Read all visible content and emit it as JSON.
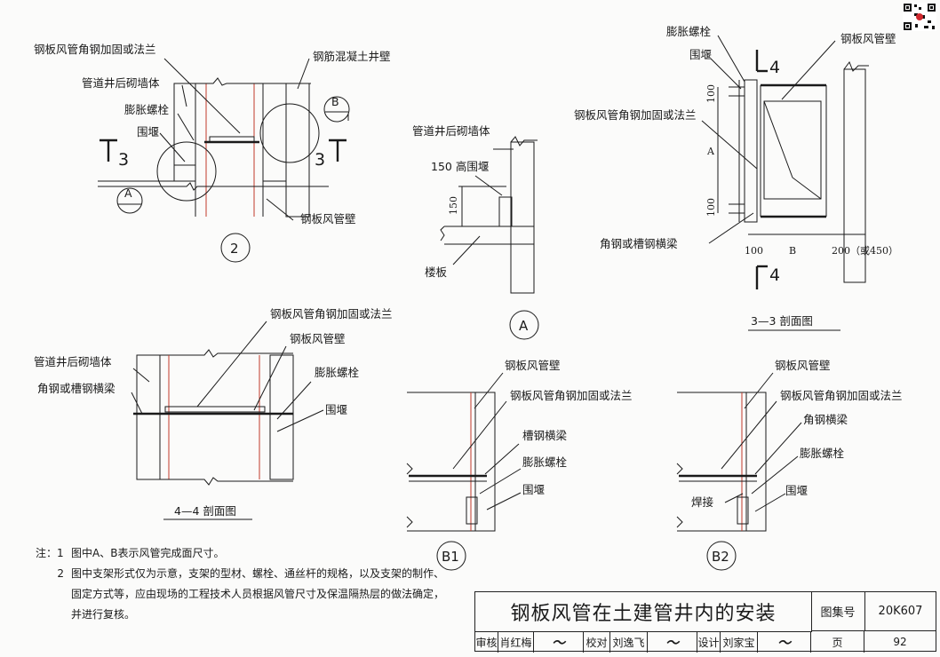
{
  "labels": {
    "duct_wall": "钢板风管壁",
    "flange": "钢板风管角钢加固或法兰",
    "concrete_wall": "钢筋混凝土井壁",
    "back_wall": "管道井后砌墙体",
    "expansion_bolt": "膨胀螺栓",
    "weir": "围堰",
    "angle_channel_beam": "角钢或槽钢横梁",
    "channel_beam": "槽钢横梁",
    "angle_beam": "角钢横梁",
    "weld": "焊接",
    "high_weir": "150 高围堰",
    "floor_slab": "楼板",
    "dim_150": "150",
    "dim_100": "100",
    "dim_A": "A",
    "dim_B": "B",
    "dim_200": "200（或450）",
    "sec_3": "3",
    "sec_4": "4",
    "det_A": "A",
    "det_B": "B",
    "callout_2": "2",
    "callout_A": "A",
    "callout_B1": "B1",
    "callout_B2": "B2",
    "section_33": "3—3  剖面图",
    "section_44": "4—4  剖面图"
  },
  "notes": {
    "prefix": "注：",
    "n1_num": "1",
    "n1": "图中A、B表示风管完成面尺寸。",
    "n2_num": "2",
    "n2": "图中支架形式仅为示意，支架的型材、螺栓、通丝杆的规格，以及支架的制作、固定方式等，应由现场的工程技术人员根据风管尺寸及保温隔热层的做法确定，并进行复核。"
  },
  "title_block": {
    "title": "钢板风管在土建管井内的安装",
    "atlas_label": "图集号",
    "atlas_no": "20K607",
    "page_label": "页",
    "page_no": "92",
    "review_label": "审核",
    "reviewer": "肖红梅",
    "check_label": "校对",
    "checker": "刘逸飞",
    "design_label": "设计",
    "designer": "刘家宝"
  }
}
